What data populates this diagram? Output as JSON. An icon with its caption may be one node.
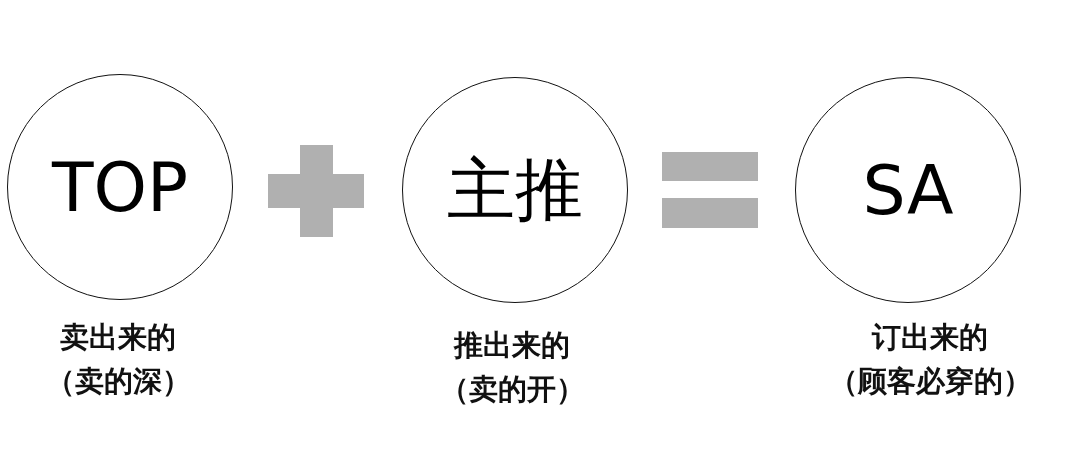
{
  "diagram": {
    "nodes": [
      {
        "text": [
          "TOP"
        ],
        "beside": [
          "卖出来的",
          "（卖的深）"
        ]
      },
      {
        "text": [
          "主推"
        ],
        "beside": [
          "推出来的",
          "（卖的开）"
        ]
      },
      {
        "text": [
          "SA"
        ],
        "beside": [
          "订出来的",
          "（顾客必穿的）"
        ]
      }
    ]
  }
}
